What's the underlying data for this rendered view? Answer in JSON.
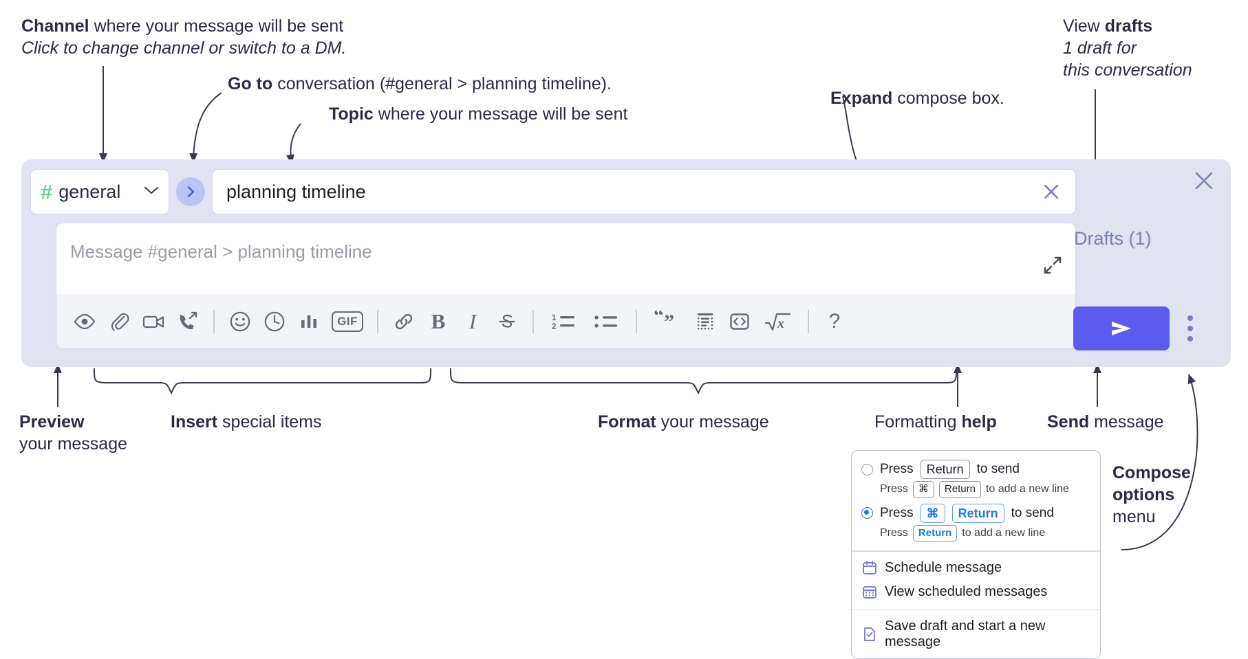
{
  "annotations": {
    "channel": {
      "bold": "Channel",
      "rest": " where your message will be sent",
      "italic": "Click to change channel or switch to a DM."
    },
    "goto": {
      "bold": "Go to",
      "rest": " conversation (#general > planning timeline)."
    },
    "topic": {
      "bold": "Topic",
      "rest": " where your message will be sent"
    },
    "expand": {
      "bold": "Expand",
      "rest": " compose box."
    },
    "drafts": {
      "rest": "View ",
      "bold": "drafts",
      "italic1": "1 draft for",
      "italic2": "this conversation"
    },
    "preview": {
      "bold": "Preview",
      "rest": "your message"
    },
    "insert": {
      "bold": "Insert",
      "rest": " special items"
    },
    "format": {
      "bold": "Format",
      "rest": " your message"
    },
    "help": {
      "rest": "Formatting ",
      "bold": "help"
    },
    "send": {
      "bold": "Send",
      "rest": " message"
    },
    "compose_options": {
      "bold1": "Compose",
      "bold2": "options",
      "rest": "menu"
    }
  },
  "compose": {
    "channel": {
      "hash": "#",
      "name": "general",
      "chevron_icon": "chevron-down-icon"
    },
    "goto_button": {
      "icon": "chevron-right-icon"
    },
    "topic": {
      "value": "planning timeline",
      "clear_icon": "close-icon"
    },
    "message": {
      "placeholder": "Message #general > planning timeline",
      "expand_icon": "expand-diagonal-icon"
    },
    "rail": {
      "close_icon": "close-icon",
      "drafts_label": "Drafts (1)",
      "send_icon": "send-paper-plane-icon",
      "more_icon": "kebab-menu-icon"
    },
    "toolbar": [
      {
        "name": "preview-button",
        "icon": "eye-icon",
        "type": "icon"
      },
      {
        "name": "attach-file-button",
        "icon": "paperclip-icon",
        "type": "icon"
      },
      {
        "name": "video-clip-button",
        "icon": "video-camera-icon",
        "type": "icon"
      },
      {
        "name": "audio-clip-button",
        "icon": "phone-forward-icon",
        "type": "icon"
      },
      {
        "name": "separator-1",
        "icon": "divider",
        "type": "sep"
      },
      {
        "name": "emoji-button",
        "icon": "smiley-icon",
        "type": "icon"
      },
      {
        "name": "schedule-button",
        "icon": "clock-icon",
        "type": "icon"
      },
      {
        "name": "poll-button",
        "icon": "bar-chart-icon",
        "type": "icon"
      },
      {
        "name": "gif-button",
        "icon": "gif-badge-icon",
        "label": "GIF",
        "type": "badge"
      },
      {
        "name": "separator-2",
        "icon": "divider",
        "type": "sep"
      },
      {
        "name": "link-button",
        "icon": "link-icon",
        "type": "icon"
      },
      {
        "name": "bold-button",
        "icon": "bold-icon",
        "label": "B",
        "type": "glyph"
      },
      {
        "name": "italic-button",
        "icon": "italic-icon",
        "label": "I",
        "type": "glyph"
      },
      {
        "name": "strikethrough-button",
        "icon": "strikethrough-icon",
        "type": "icon"
      },
      {
        "name": "separator-3",
        "icon": "divider",
        "type": "sep"
      },
      {
        "name": "ordered-list-button",
        "icon": "numbered-list-icon",
        "type": "icon"
      },
      {
        "name": "bulleted-list-button",
        "icon": "bulleted-list-icon",
        "type": "icon"
      },
      {
        "name": "separator-4",
        "icon": "divider",
        "type": "sep"
      },
      {
        "name": "blockquote-button",
        "icon": "quote-icon",
        "type": "icon"
      },
      {
        "name": "code-block-button",
        "icon": "code-block-icon",
        "type": "icon"
      },
      {
        "name": "inline-code-button",
        "icon": "angle-brackets-icon",
        "type": "icon"
      },
      {
        "name": "math-button",
        "icon": "square-root-x-icon",
        "type": "icon"
      },
      {
        "name": "separator-5",
        "icon": "divider",
        "type": "sep"
      },
      {
        "name": "formatting-help-button",
        "icon": "question-mark-icon",
        "label": "?",
        "type": "glyph"
      }
    ]
  },
  "options_menu": {
    "radio_options": [
      {
        "selected": false,
        "main_prefix": "Press",
        "main_keys": [
          "Return"
        ],
        "main_suffix": "to send",
        "sub_prefix": "Press",
        "sub_keys": [
          "⌘",
          "Return"
        ],
        "sub_suffix": "to add a new line"
      },
      {
        "selected": true,
        "main_prefix": "Press",
        "main_keys": [
          "⌘",
          "Return"
        ],
        "main_suffix": "to send",
        "sub_prefix": "Press",
        "sub_keys": [
          "Return"
        ],
        "sub_suffix": "to add a new line"
      }
    ],
    "items": [
      {
        "label": "Schedule message",
        "icon": "calendar-icon"
      },
      {
        "label": "View scheduled messages",
        "icon": "calendar-grid-icon"
      },
      {
        "label": "Save draft and start a new message",
        "icon": "document-check-icon"
      }
    ]
  },
  "colors": {
    "panel_bg": "#e1e3f0",
    "send_button": "#5a5cf0",
    "hash_green": "#6cd09a",
    "goto_blue": "#b9c6f5",
    "accent_purple": "#7b7fb5",
    "radio_blue": "#1f7ae0",
    "menu_icon_purple": "#7b7fd6"
  }
}
